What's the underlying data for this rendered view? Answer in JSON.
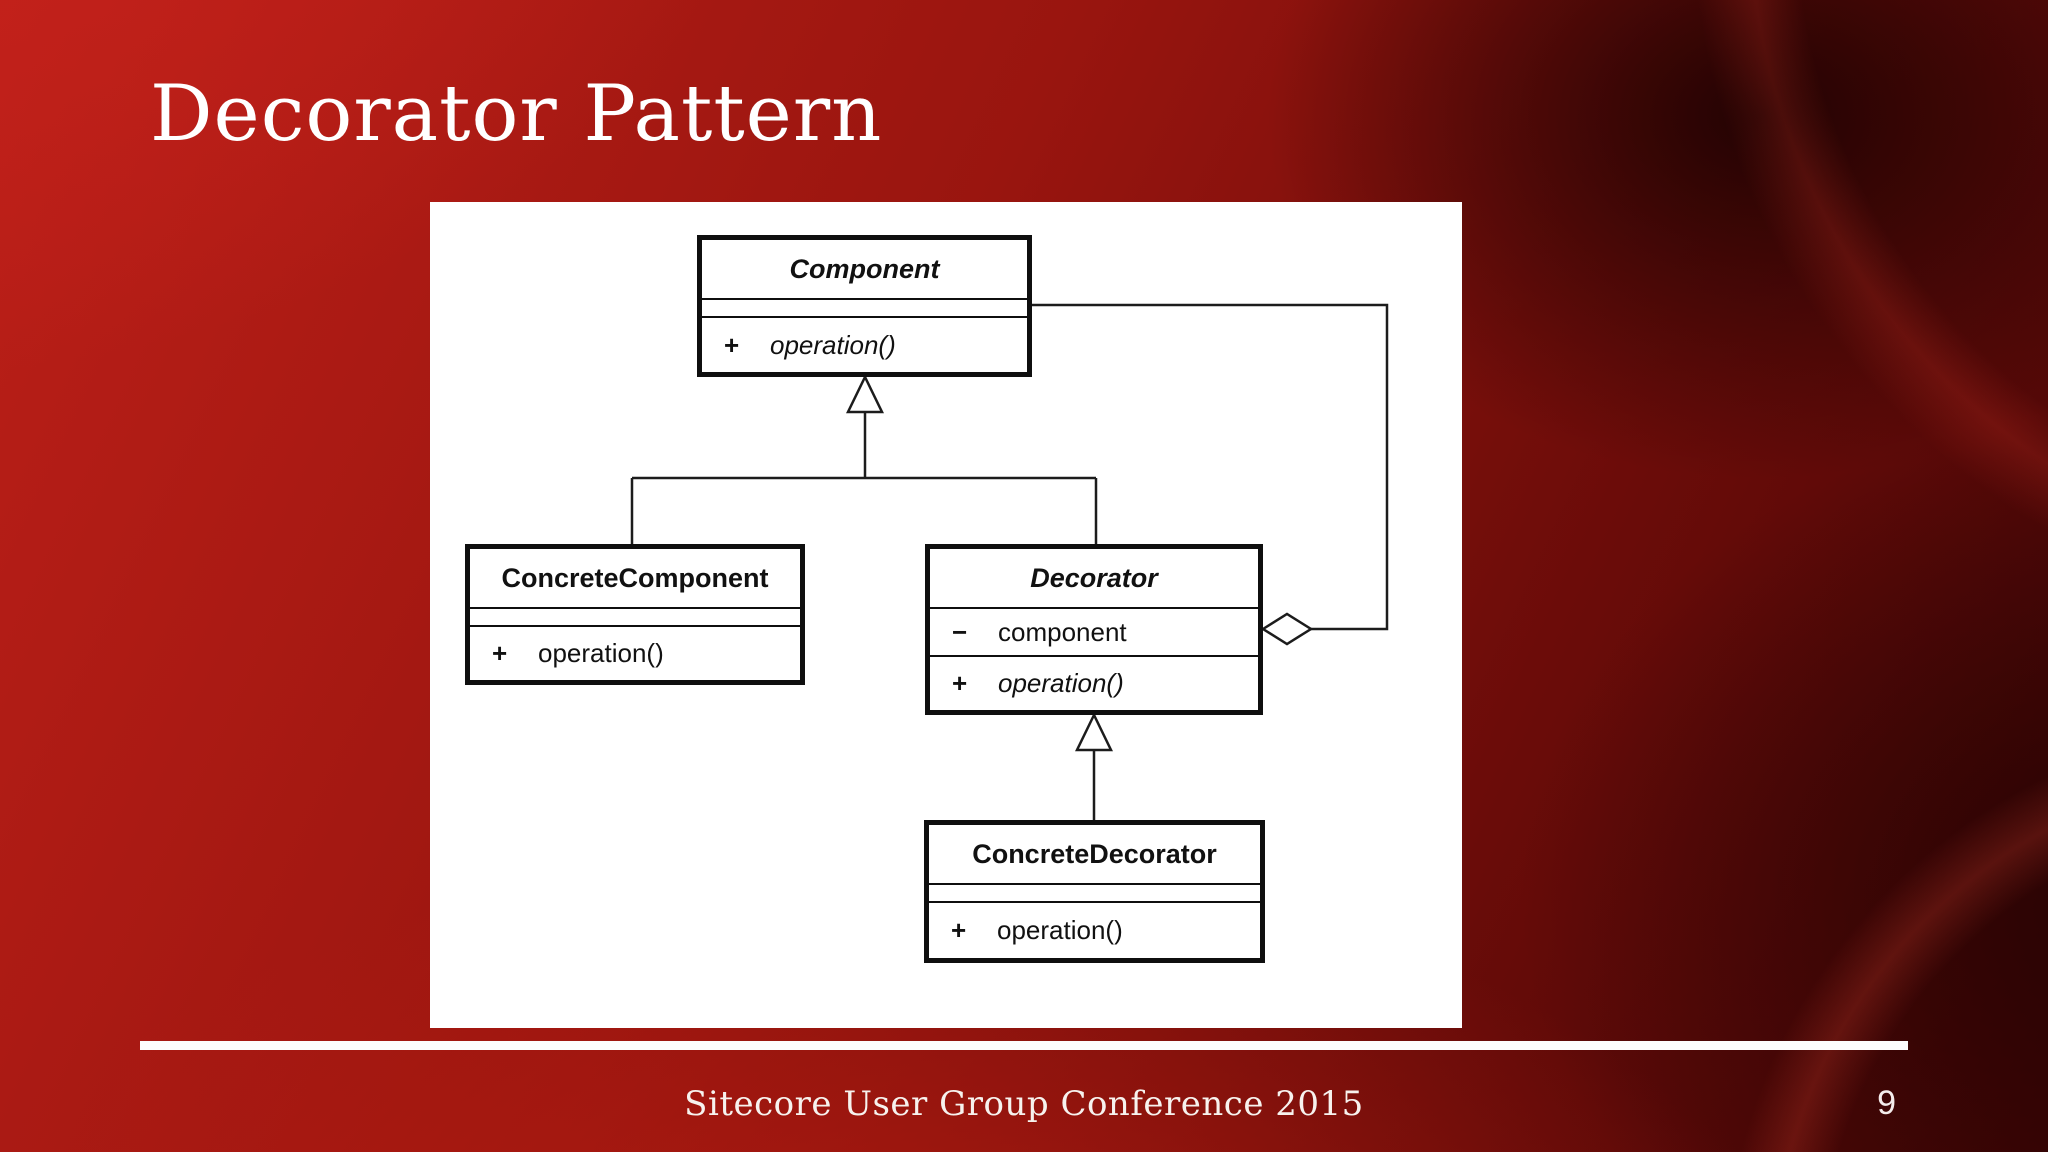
{
  "slide": {
    "title": "Decorator Pattern",
    "footer_text": "Sitecore User Group Conference 2015",
    "page_number": "9"
  },
  "colors": {
    "background_bright_red": "#bb1f18",
    "background_dark_maroon": "#420505",
    "title_text": "#ffffff",
    "panel_background": "#ffffff",
    "diagram_lines": "#0f0f0f"
  },
  "uml": {
    "component": {
      "name": "Component",
      "op_vis": "+",
      "op_name": "operation()"
    },
    "concrete_component": {
      "name": "ConcreteComponent",
      "op_vis": "+",
      "op_name": "operation()"
    },
    "decorator": {
      "name": "Decorator",
      "attr_vis": "−",
      "attr_name": "component",
      "op_vis": "+",
      "op_name": "operation()"
    },
    "concrete_decorator": {
      "name": "ConcreteDecorator",
      "op_vis": "+",
      "op_name": "operation()"
    },
    "relationships": [
      {
        "type": "generalization",
        "from": "ConcreteComponent",
        "to": "Component"
      },
      {
        "type": "generalization",
        "from": "Decorator",
        "to": "Component"
      },
      {
        "type": "generalization",
        "from": "ConcreteDecorator",
        "to": "Decorator"
      },
      {
        "type": "aggregation",
        "owner": "Decorator",
        "part": "Component"
      }
    ]
  }
}
